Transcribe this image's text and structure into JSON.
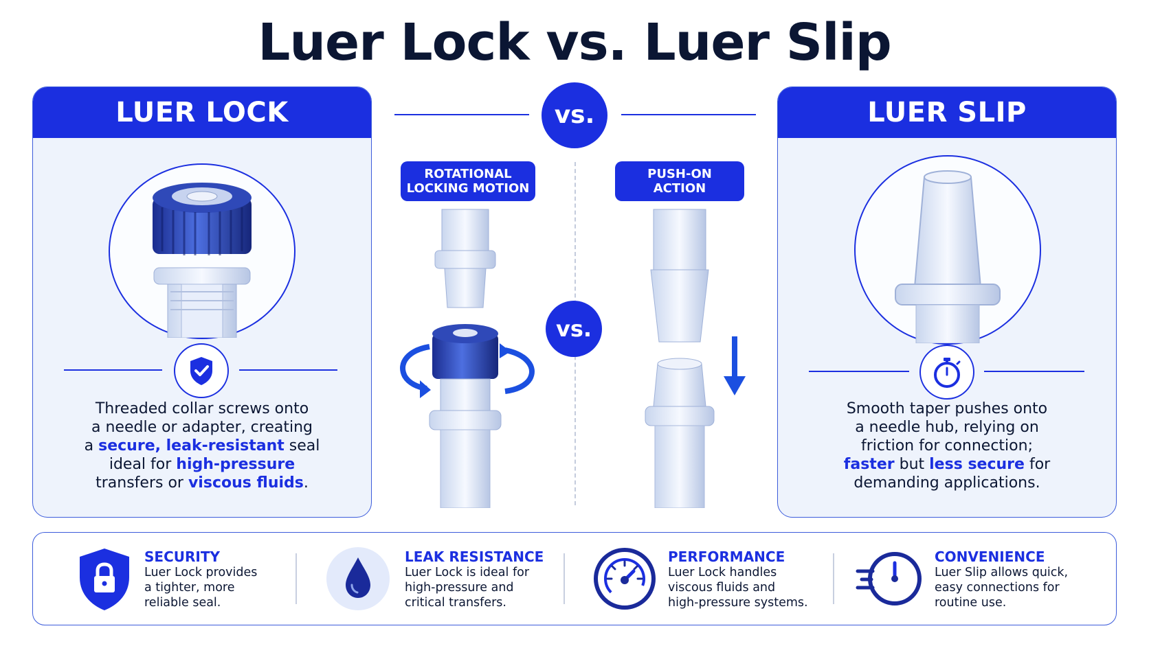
{
  "title": "Luer Lock vs. Luer Slip",
  "vs_label": "vs.",
  "left_panel": {
    "heading": "LUER LOCK",
    "badge_icon": "shield-check-icon",
    "lines": [
      [
        {
          "t": "Threaded collar screws onto"
        }
      ],
      [
        {
          "t": "a needle or adapter, creating"
        }
      ],
      [
        {
          "t": "a "
        },
        {
          "t": "secure, leak-resistant",
          "h": true
        },
        {
          "t": " seal"
        }
      ],
      [
        {
          "t": "ideal for "
        },
        {
          "t": "high-pressure",
          "h": true
        }
      ],
      [
        {
          "t": "transfers or "
        },
        {
          "t": "viscous fluids",
          "h": true
        },
        {
          "t": "."
        }
      ]
    ]
  },
  "right_panel": {
    "heading": "LUER SLIP",
    "badge_icon": "stopwatch-icon",
    "lines": [
      [
        {
          "t": "Smooth taper pushes onto"
        }
      ],
      [
        {
          "t": "a needle hub, relying on"
        }
      ],
      [
        {
          "t": "friction for connection;"
        }
      ],
      [
        {
          "t": "faster",
          "h": true
        },
        {
          "t": " but "
        },
        {
          "t": "less secure",
          "h": true
        },
        {
          "t": " for"
        }
      ],
      [
        {
          "t": "demanding applications."
        }
      ]
    ]
  },
  "center": {
    "left_label_line1": "ROTATIONAL",
    "left_label_line2": "LOCKING MOTION",
    "right_label_line1": "PUSH-ON",
    "right_label_line2": "ACTION",
    "rotation_icon": "rotate-arrows-icon",
    "push_icon": "arrow-down-icon"
  },
  "features": [
    {
      "title": "SECURITY",
      "icon": "shield-lock-icon",
      "desc": [
        "Luer Lock provides",
        "a tighter, more",
        "reliable seal."
      ]
    },
    {
      "title": "LEAK RESISTANCE",
      "icon": "droplet-icon",
      "desc": [
        "Luer Lock is ideal for",
        "high-pressure and",
        "critical transfers."
      ]
    },
    {
      "title": "PERFORMANCE",
      "icon": "gauge-icon",
      "desc": [
        "Luer Lock handles",
        "viscous fluids and",
        "high-pressure systems."
      ]
    },
    {
      "title": "CONVENIENCE",
      "icon": "fast-clock-icon",
      "desc": [
        "Luer Slip allows quick,",
        "easy connections for",
        "routine use."
      ]
    }
  ],
  "colors": {
    "accent": "#1b2fe0",
    "dark_text": "#0b1633",
    "panel_bg": "#eef3fc"
  }
}
